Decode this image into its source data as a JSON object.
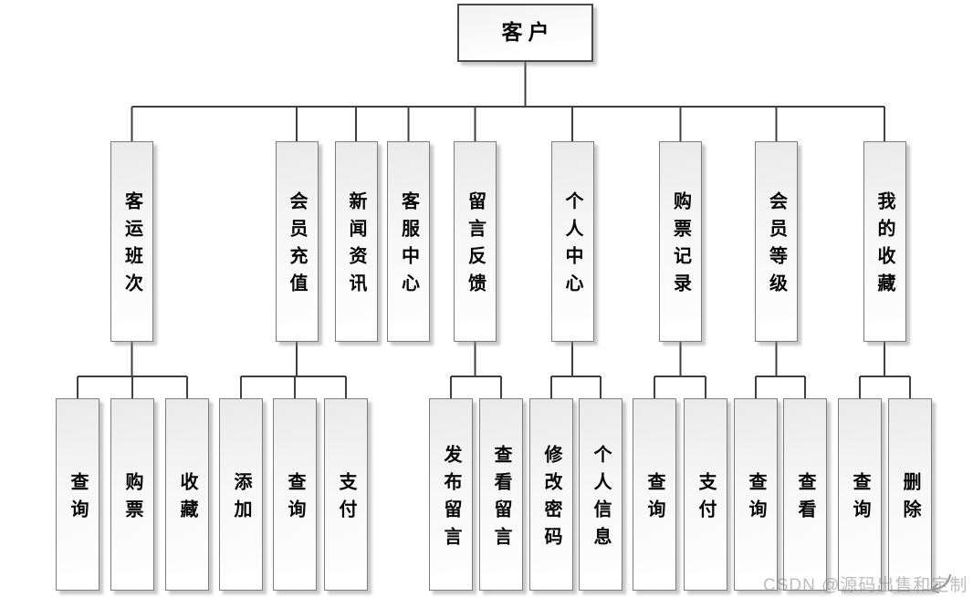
{
  "diagram": {
    "root": {
      "label": "客户"
    },
    "branches": [
      {
        "label": "客运班次",
        "children": [
          {
            "label": "查询"
          },
          {
            "label": "购票"
          },
          {
            "label": "收藏"
          }
        ]
      },
      {
        "label": "会员充值",
        "children": [
          {
            "label": "添加"
          },
          {
            "label": "查询"
          },
          {
            "label": "支付"
          }
        ]
      },
      {
        "label": "新闻资讯",
        "children": []
      },
      {
        "label": "客服中心",
        "children": []
      },
      {
        "label": "留言反馈",
        "children": [
          {
            "label": "发布留言"
          },
          {
            "label": "查看留言"
          }
        ]
      },
      {
        "label": "个人中心",
        "children": [
          {
            "label": "修改密码"
          },
          {
            "label": "个人信息"
          }
        ]
      },
      {
        "label": "购票记录",
        "children": [
          {
            "label": "查询"
          },
          {
            "label": "支付"
          }
        ]
      },
      {
        "label": "会员等级",
        "children": [
          {
            "label": "查询"
          },
          {
            "label": "查看"
          }
        ]
      },
      {
        "label": "我的收藏",
        "children": [
          {
            "label": "查询"
          },
          {
            "label": "删除"
          }
        ]
      }
    ]
  },
  "watermark": {
    "text": "CSDN @源码出售和定制"
  },
  "icons": {
    "cursor_arrow": "curved-arrow-down-left"
  },
  "colors": {
    "line": "#3f3f3f",
    "box_border": "#7d7d7d",
    "root_border": "#4a4a4a",
    "box_fill_top": "#eaeaea",
    "box_fill_bottom": "#ffffff",
    "watermark": "#878787"
  }
}
